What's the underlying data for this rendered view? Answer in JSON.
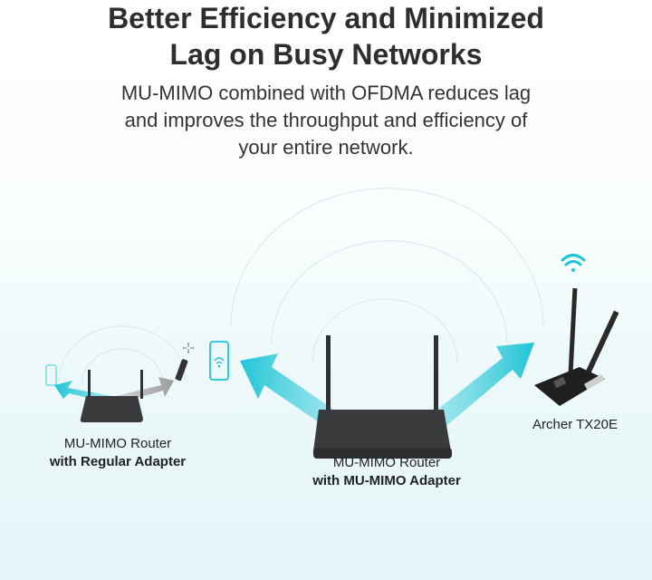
{
  "heading": {
    "line1": "Better Efficiency and Minimized",
    "line2": "Lag on Busy Networks"
  },
  "description": {
    "line1": "MU-MIMO combined with OFDMA reduces lag",
    "line2": "and improves the throughput and efficiency of",
    "line3": "your entire network."
  },
  "left_scenario": {
    "line1": "MU-MIMO Router",
    "line2": "with Regular Adapter"
  },
  "center_scenario": {
    "line1": "MU-MIMO Router",
    "line2": "with MU-MIMO Adapter"
  },
  "product": {
    "name": "Archer TX20E"
  },
  "colors": {
    "accent": "#1fc4d6",
    "router": "#3a3b3d",
    "text": "#2e2e2e"
  }
}
